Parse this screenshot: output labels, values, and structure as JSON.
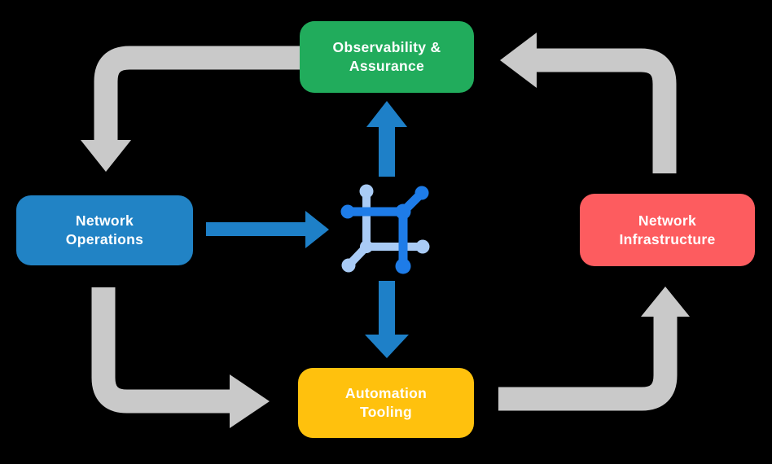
{
  "diagram": {
    "background": "#000000",
    "text_color": "#FFFFFF",
    "nodes": {
      "observability": {
        "lines": [
          "Observability &",
          "Assurance"
        ],
        "color": "#21AC5C"
      },
      "network_operations": {
        "lines": [
          "Network",
          "Operations"
        ],
        "color": "#2183C5"
      },
      "network_infrastructure": {
        "lines": [
          "Network",
          "Infrastructure"
        ],
        "color": "#FD5C5F"
      },
      "automation_tooling": {
        "lines": [
          "Automation",
          "Tooling"
        ],
        "color": "#FFC10D"
      }
    },
    "center_icon": {
      "name": "network-mesh-icon",
      "color_dark": "#1E7CE8",
      "color_light": "#A9CBF5"
    },
    "arrows": {
      "gray_color": "#C9C9C9",
      "blue_color": "#1E80C8",
      "edges": [
        {
          "from": "Observability & Assurance",
          "to": "Network Operations",
          "style": "gray-elbow"
        },
        {
          "from": "Network Operations",
          "to": "Automation Tooling",
          "style": "gray-elbow"
        },
        {
          "from": "Automation Tooling",
          "to": "Network Infrastructure",
          "style": "gray-elbow"
        },
        {
          "from": "Network Infrastructure",
          "to": "Observability & Assurance",
          "style": "gray-elbow"
        },
        {
          "from": "Network Operations",
          "to": "network-mesh-core",
          "style": "blue-straight"
        },
        {
          "from": "network-mesh-core",
          "to": "Observability & Assurance",
          "style": "blue-straight"
        },
        {
          "from": "network-mesh-core",
          "to": "Automation Tooling",
          "style": "blue-straight"
        }
      ]
    }
  }
}
